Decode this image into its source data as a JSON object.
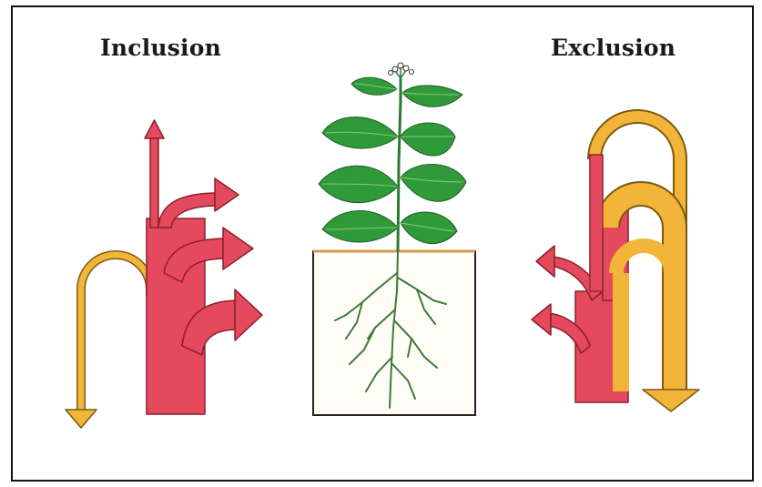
{
  "titles": {
    "inclusion": "Inclusion",
    "exclusion": "Exclusion"
  },
  "colors": {
    "red_flow": "#e4495d",
    "yellow_flow": "#f2b53a",
    "leaf_green": "#2f9a3a",
    "stem_green": "#2a7a30",
    "root_green": "#3d7a3a",
    "soil_line": "#d29a4a",
    "pot_outline": "#222222"
  },
  "icons": {
    "plant": "plant-illustration",
    "arrows": "flow-arrow"
  }
}
